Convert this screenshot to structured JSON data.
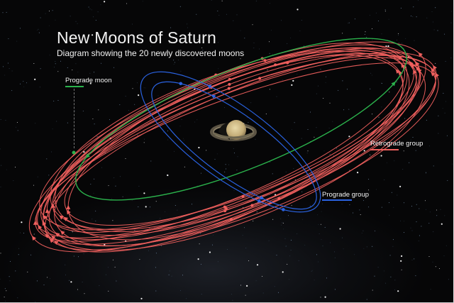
{
  "header": {
    "title": "New Moons of Saturn",
    "subtitle": "Diagram showing the 20 newly discovered moons"
  },
  "labels": {
    "prograde_moon": "Prograde moon",
    "retrograde_group": "Retrograde group",
    "prograde_group": "Prograde group"
  },
  "colors": {
    "background": "#0b0c0e",
    "retrograde": "#f0605e",
    "prograde_moon": "#2bb24c",
    "prograde_group": "#2a62e0",
    "text": "#f2f2f2"
  },
  "diagram": {
    "center_body": "saturn",
    "orbit_counts": {
      "retrograde": 17,
      "prograde_moon": 1,
      "prograde_group": 2
    },
    "total_new_moons": 20
  }
}
